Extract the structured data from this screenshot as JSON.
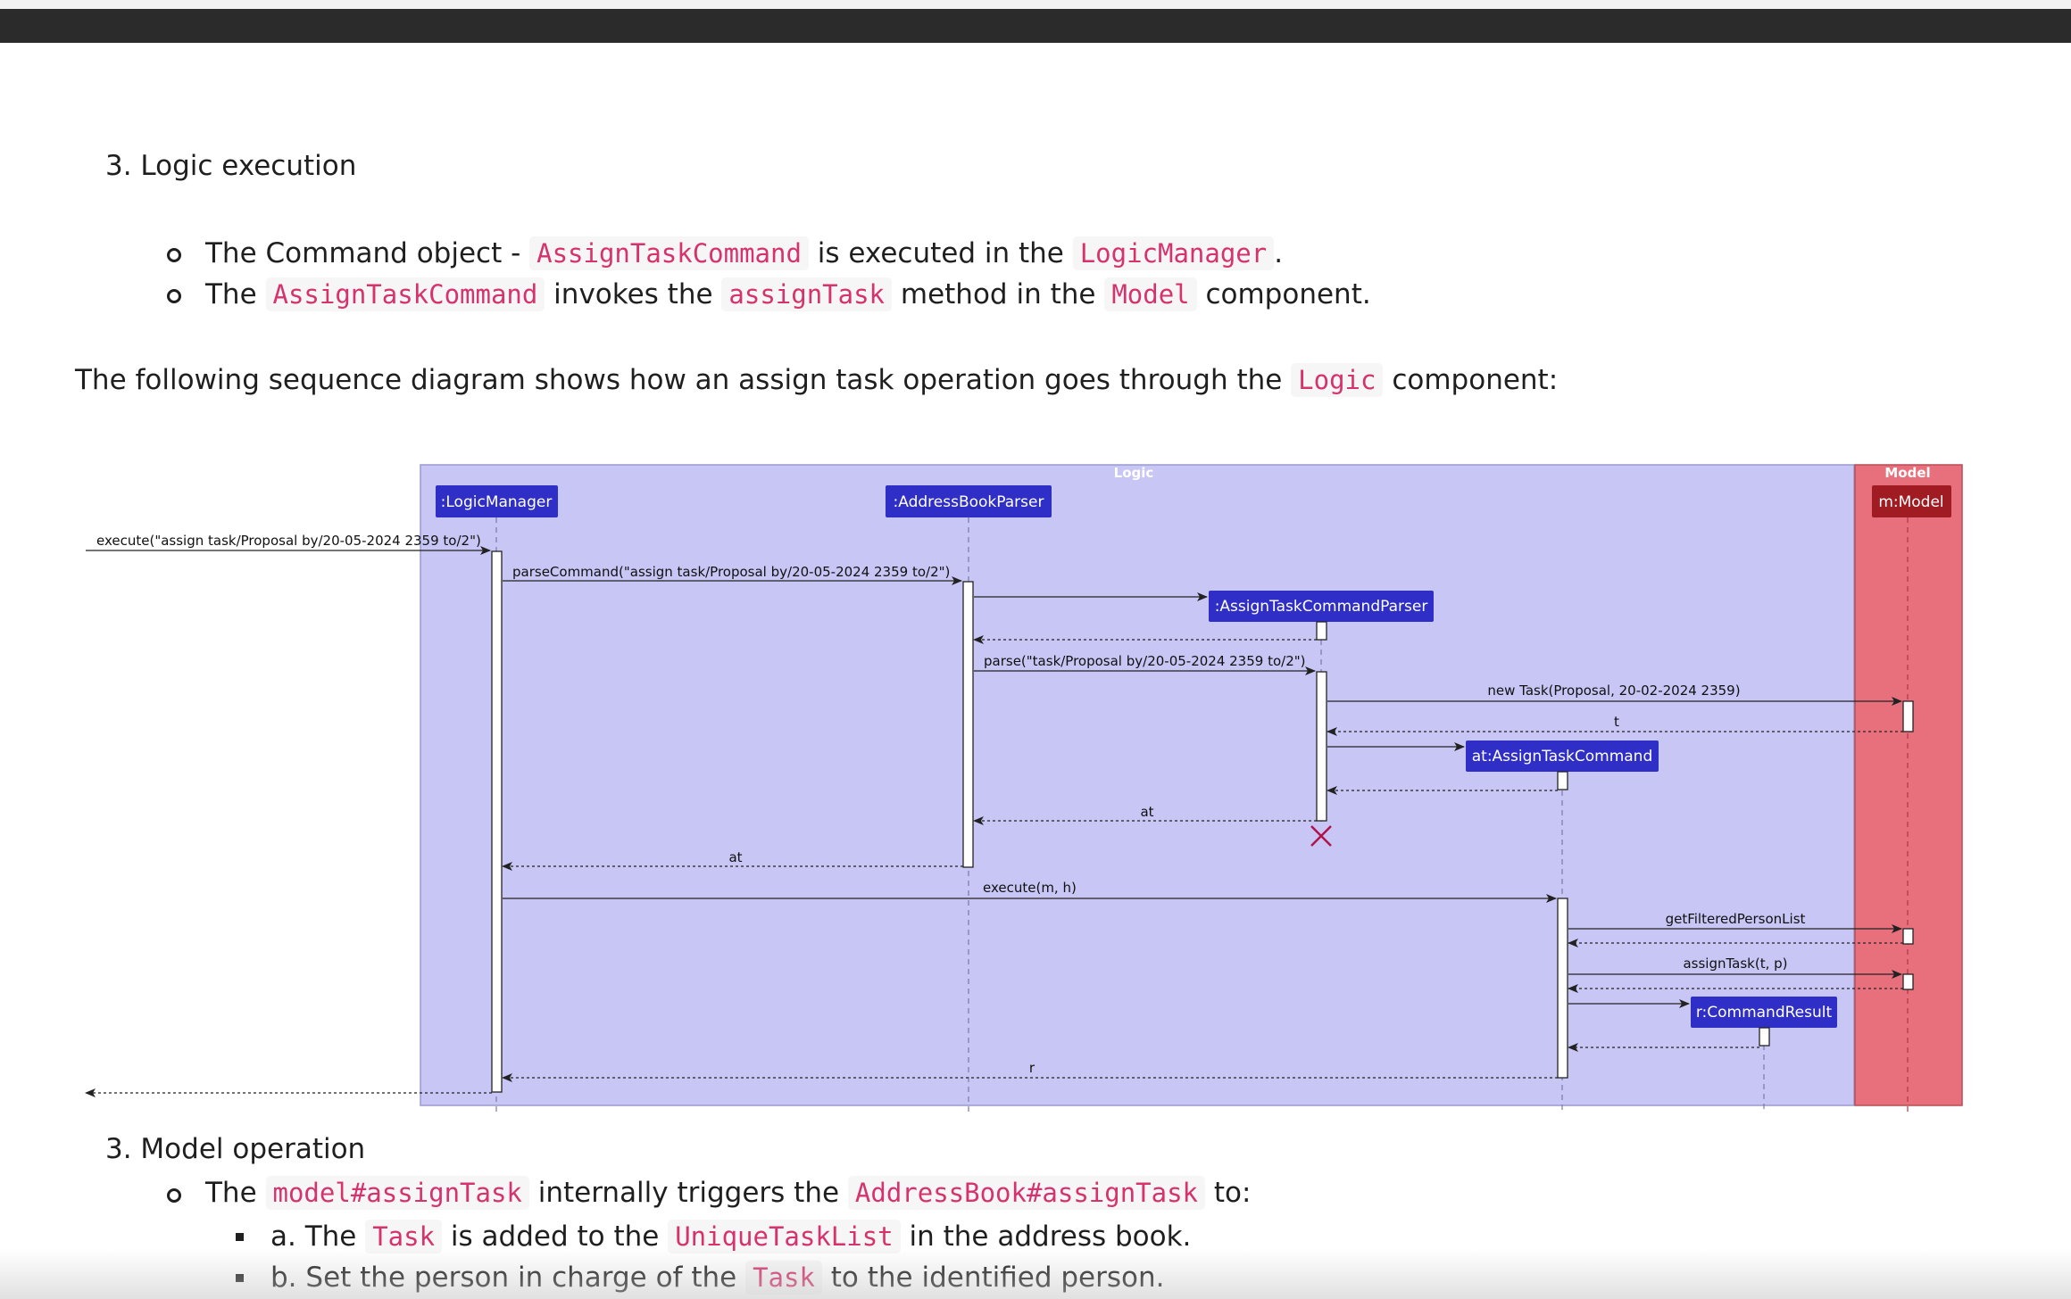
{
  "doc": {
    "step_logic": "3. Logic execution",
    "logic_bullets": [
      {
        "t1": "The Command object - ",
        "c1": "AssignTaskCommand",
        "t2": " is executed in the ",
        "c2": "LogicManager",
        "t3": "."
      },
      {
        "t1": "The ",
        "c1": "AssignTaskCommand",
        "t2": " invokes the ",
        "c2": "assignTask",
        "t3": " method in the ",
        "c3": "Model",
        "t4": " component."
      }
    ],
    "intro": {
      "t1": "The following sequence diagram shows how an assign task operation goes through the ",
      "c1": "Logic",
      "t2": " component:"
    },
    "step_model": "3. Model operation",
    "model_bullet": {
      "t1": "The ",
      "c1": "model#assignTask",
      "t2": " internally triggers the ",
      "c2": "AddressBook#assignTask",
      "t3": " to:"
    },
    "model_subitems": [
      {
        "t1": "a. The ",
        "c1": "Task",
        "t2": " is added to the ",
        "c2": "UniqueTaskList",
        "t3": " in the address book."
      },
      {
        "t1": "b. Set the person in charge of the ",
        "c1": "Task",
        "t2": " to the identified person."
      }
    ]
  },
  "diagram": {
    "logic_box_label": "Logic",
    "model_box_label": "Model",
    "participants": {
      "logic_manager": ":LogicManager",
      "address_book_parser": ":AddressBookParser",
      "assign_task_command_parser": ":AssignTaskCommandParser",
      "assign_task_command": "at:AssignTaskCommand",
      "command_result": "r:CommandResult",
      "model": "m:Model"
    },
    "messages": {
      "execute_call": "execute(\"assign task/Proposal by/20-05-2024 2359 to/2\")",
      "parse_command": "parseCommand(\"assign task/Proposal by/20-05-2024 2359 to/2\")",
      "parse": "parse(\"task/Proposal by/20-05-2024 2359 to/2\")",
      "new_task": "new Task(Proposal, 20-02-2024 2359)",
      "t_return": "t",
      "at_return_1": "at",
      "at_return_2": "at",
      "execute_mh": "execute(m, h)",
      "get_filtered": "getFilteredPersonList",
      "assign_task": "assignTask(t, p)",
      "r_return": "r"
    },
    "colors": {
      "logic_fill": "#c7c6f5",
      "model_fill": "#e8707c",
      "participant_fill": "#2f2fc8",
      "model_participant_fill": "#a11b22",
      "destroy": "#b0124a"
    }
  }
}
